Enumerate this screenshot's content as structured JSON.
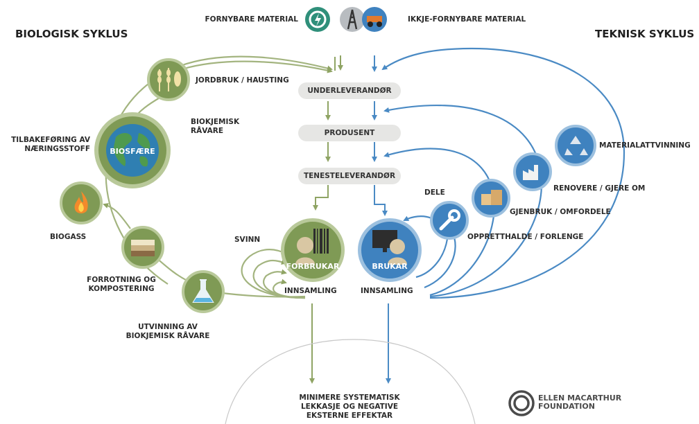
{
  "sources": {
    "renewable_label": "FORNYBARE MATERIAL",
    "nonrenewable_label": "IKKJE-FORNYBARE MATERIAL"
  },
  "biological": {
    "title": "BIOLOGISK SYKLUS",
    "farming": "JORDBRUK / HAUSTING",
    "biochemical_feedstock": "BIOKJEMISK\nRÅVARE",
    "nutrient_return": "TILBAKEFØRING AV\nNÆRINGSSTOFF",
    "biosphere": "BIOSFÆRE",
    "biogas": "BIOGASS",
    "composting": "FORROTNING OG\nKOMPOSTERING",
    "extraction": "UTVINNING AV\nBIOKJEMISK RÅVARE",
    "leakage": "SVINN",
    "consumer": "FORBRUKAR",
    "collection": "INNSAMLING"
  },
  "chain": {
    "parts_manufacturer": "UNDERLEVERANDØR",
    "product_manufacturer": "PRODUSENT",
    "service_provider": "TENESTELEVERANDØR"
  },
  "technical": {
    "title": "TEKNISK SYKLUS",
    "recycle": "MATERIALATTVINNING",
    "refurbish": "RENOVERE / GJERE OM",
    "reuse": "GJENBRUK / OMFORDELE",
    "share": "DELE",
    "maintain": "OPPRETTHALDE / FORLENGE",
    "user": "BRUKAR",
    "collection": "INNSAMLING"
  },
  "footer": {
    "minimise": "MINIMERE SYSTEMATISK\nLEKKASJE OG NEGATIVE\nEKSTERNE EFFEKTAR",
    "logo_line1": "ELLEN MACARTHUR",
    "logo_line2": "FOUNDATION"
  },
  "colors": {
    "green": "#7f9a55",
    "green_light": "#b9c99a",
    "blue": "#3f82bf",
    "blue_light": "#9cc0df",
    "pill": "#e6e6e4"
  }
}
